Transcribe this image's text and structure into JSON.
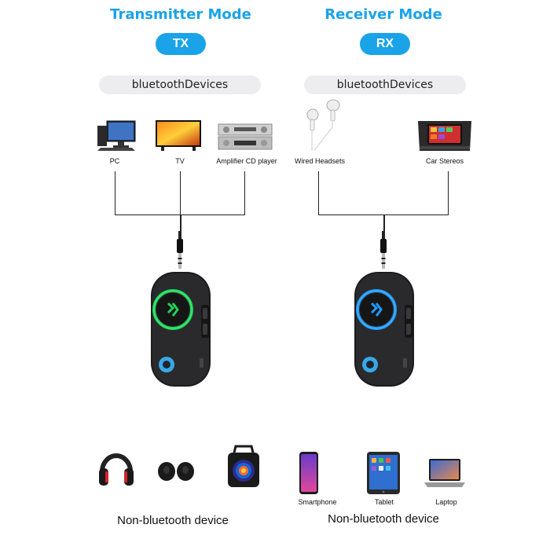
{
  "tx": {
    "mode_title": "Transmitter Mode",
    "badge": "TX",
    "devices_pill": {
      "prefix": "bluetooth",
      "suffix": "Devices"
    },
    "devices": [
      {
        "label": "PC",
        "icon": "desktop-pc-icon"
      },
      {
        "label": "TV",
        "icon": "tv-icon"
      },
      {
        "label": "Amplifier CD player",
        "icon": "amplifier-icon"
      }
    ],
    "glow_color": "#1fd15a",
    "bottom_devices": [
      {
        "icon": "headphones-icon"
      },
      {
        "icon": "earbuds-icon"
      },
      {
        "icon": "speaker-icon"
      }
    ],
    "bottom_label": "Non-bluetooth device"
  },
  "rx": {
    "mode_title": "Receiver Mode",
    "badge": "RX",
    "devices_pill": {
      "prefix": "bluetooth",
      "suffix": "Devices"
    },
    "devices": [
      {
        "label": "Wired Headsets",
        "icon": "earphones-icon"
      },
      {
        "label": "Car Stereos",
        "icon": "car-stereo-icon"
      }
    ],
    "glow_color": "#1e9bff",
    "bottom_devices": [
      {
        "label": "Smartphone",
        "icon": "smartphone-icon"
      },
      {
        "label": "Tablet",
        "icon": "tablet-icon"
      },
      {
        "label": "Laptop",
        "icon": "laptop-icon"
      }
    ],
    "bottom_label": "Non-bluetooth device"
  },
  "colors": {
    "accent": "#1aa3e8",
    "pill_bg": "#ededf0",
    "line": "#222222"
  }
}
